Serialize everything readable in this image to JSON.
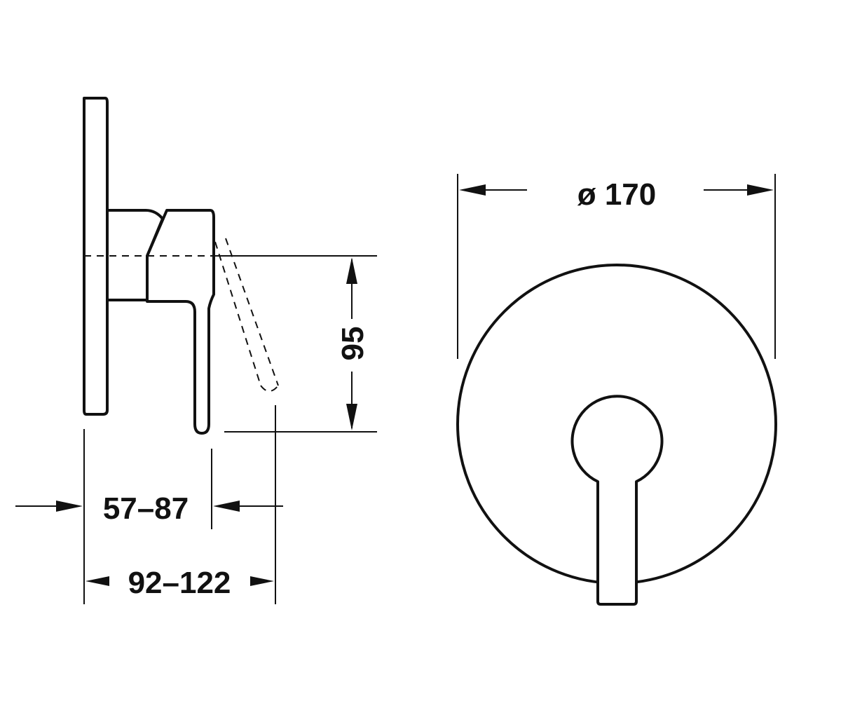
{
  "dimensions": {
    "outer_diameter": "ø 170",
    "lever_drop": "95",
    "projection_short": "57–87",
    "projection_long": "92–122"
  },
  "colors": {
    "line": "#111111",
    "background": "#ffffff"
  }
}
